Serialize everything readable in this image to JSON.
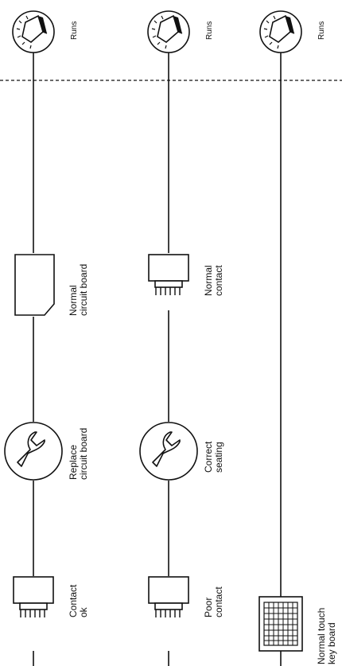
{
  "columns": [
    {
      "id": "col1",
      "top_label": "Runs",
      "steps": [
        {
          "kind": "circuit-board",
          "label_lines": [
            "Normal",
            "circuit board"
          ]
        },
        {
          "kind": "wrench",
          "label_lines": [
            "Replace",
            "circuit board"
          ]
        },
        {
          "kind": "connector",
          "label_lines": [
            "Contact",
            "ok"
          ]
        }
      ]
    },
    {
      "id": "col2",
      "top_label": "Runs",
      "steps": [
        {
          "kind": "connector",
          "label_lines": [
            "Normal",
            "contact"
          ]
        },
        {
          "kind": "wrench",
          "label_lines": [
            "Correct",
            "seating"
          ]
        },
        {
          "kind": "connector",
          "label_lines": [
            "Poor",
            "contact"
          ]
        }
      ]
    },
    {
      "id": "col3",
      "top_label": "Runs",
      "steps": [
        {
          "kind": "keyboard",
          "label_lines": [
            "Normal touch",
            "key board"
          ]
        }
      ]
    }
  ],
  "icons": {
    "top": "appliance-dial-icon",
    "wrench": "wrench-icon",
    "connector": "connector-icon",
    "circuit_board": "circuit-board-icon",
    "keyboard": "keypad-icon"
  },
  "colors": {
    "line": "#111111",
    "background": "#ffffff"
  }
}
